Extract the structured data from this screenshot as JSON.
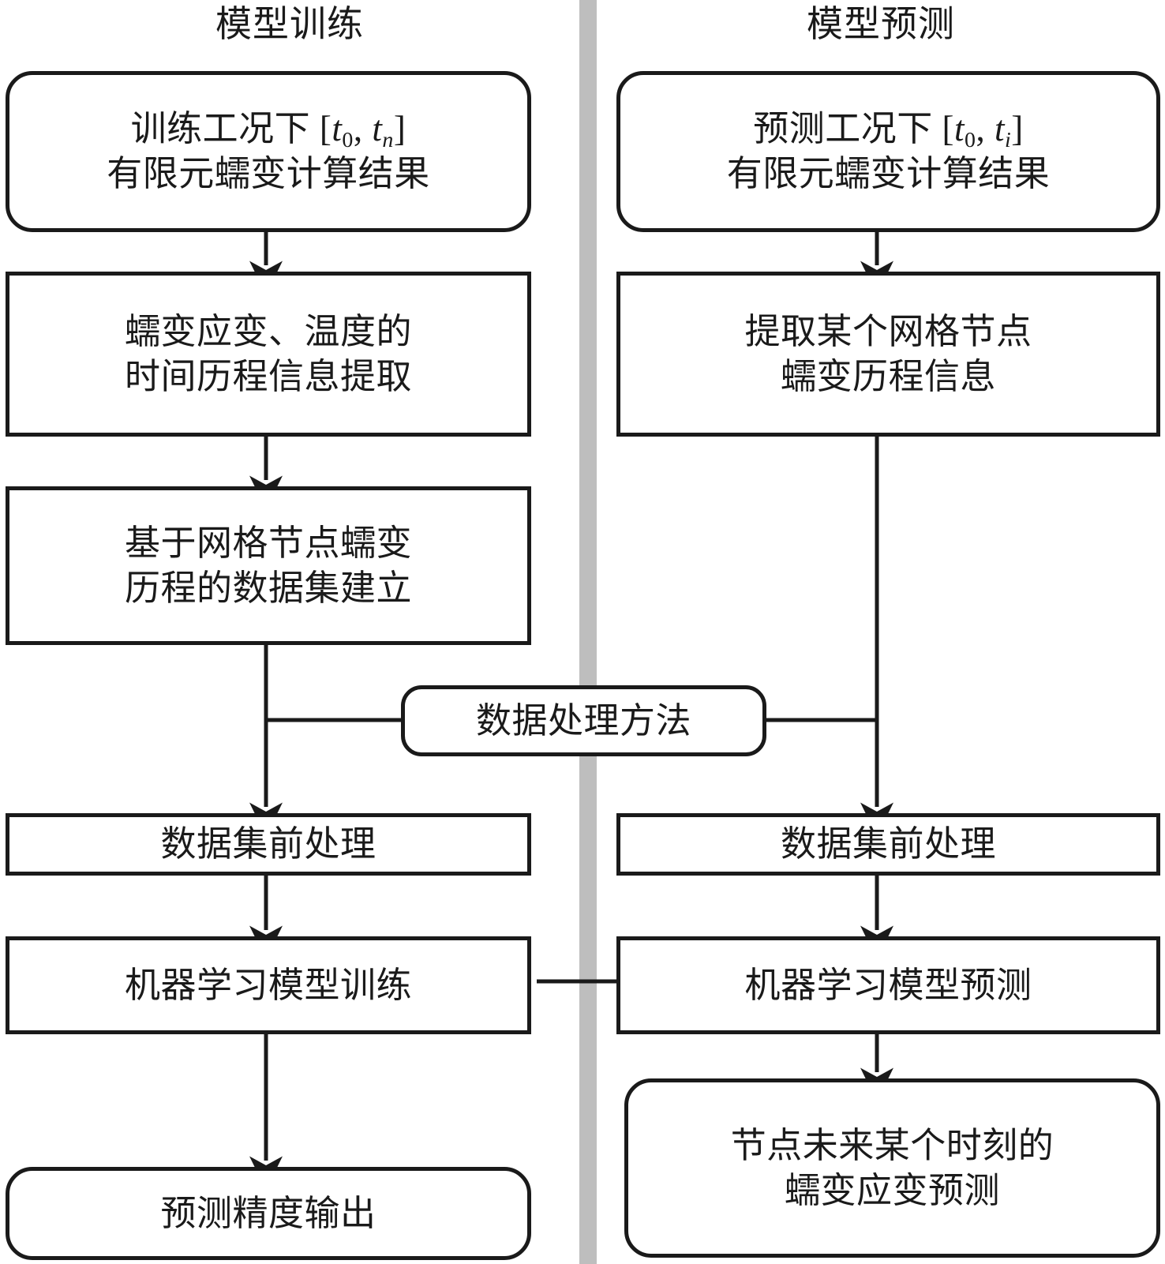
{
  "figure": {
    "type": "flowchart",
    "orientation": "two-column",
    "background_color": "#ffffff",
    "line_color": "#1a1a1a",
    "divider_color": "#bebebe"
  },
  "columns": {
    "left": {
      "title": "模型训练"
    },
    "right": {
      "title": "模型预测"
    }
  },
  "nodes": {
    "l1": {
      "text_line1": "训练工况下 [t0, tn]",
      "text_line2": "有限元蠕变计算结果",
      "shape": "rounded"
    },
    "l2": {
      "text_line1": "蠕变应变、温度的",
      "text_line2": "时间历程信息提取",
      "shape": "rect"
    },
    "l3": {
      "text_line1": "基于网格节点蠕变",
      "text_line2": "历程的数据集建立",
      "shape": "rect"
    },
    "l4": {
      "text_line1": "数据集前处理",
      "text_line2": "",
      "shape": "rect"
    },
    "l5": {
      "text_line1": "机器学习模型训练",
      "text_line2": "",
      "shape": "rect"
    },
    "l6": {
      "text_line1": "预测精度输出",
      "text_line2": "",
      "shape": "rounded"
    },
    "r1": {
      "text_line1": "预测工况下 [t0, ti]",
      "text_line2": "有限元蠕变计算结果",
      "shape": "rounded"
    },
    "r2": {
      "text_line1": "提取某个网格节点",
      "text_line2": "蠕变历程信息",
      "shape": "rect"
    },
    "r3": {
      "text_line1": "数据集前处理",
      "text_line2": "",
      "shape": "rect"
    },
    "r4": {
      "text_line1": "机器学习模型预测",
      "text_line2": "",
      "shape": "rect"
    },
    "r5": {
      "text_line1": "节点未来某个时刻的",
      "text_line2": "蠕变应变预测",
      "shape": "rounded"
    },
    "mid": {
      "text_line1": "数据处理方法",
      "text_line2": "",
      "shape": "rounded"
    }
  },
  "edges": [
    {
      "from": "l1",
      "to": "l2",
      "kind": "arrow-down"
    },
    {
      "from": "l2",
      "to": "l3",
      "kind": "arrow-down"
    },
    {
      "from": "l3",
      "to": "l4",
      "kind": "arrow-down-elbow"
    },
    {
      "from": "l4",
      "to": "l5",
      "kind": "arrow-down"
    },
    {
      "from": "l5",
      "to": "l6",
      "kind": "arrow-down"
    },
    {
      "from": "l5",
      "to": "r4",
      "kind": "arrow-right"
    },
    {
      "from": "r1",
      "to": "r2",
      "kind": "arrow-down"
    },
    {
      "from": "r2",
      "to": "r3",
      "kind": "arrow-down-elbow"
    },
    {
      "from": "r3",
      "to": "r4",
      "kind": "arrow-down"
    },
    {
      "from": "r4",
      "to": "r5",
      "kind": "arrow-down"
    },
    {
      "from": "mid",
      "to": "left-trunk",
      "kind": "line-left"
    },
    {
      "from": "mid",
      "to": "right-trunk",
      "kind": "line-right"
    }
  ],
  "subscripts": {
    "t0": "0",
    "tn": "n",
    "ti": "i"
  }
}
